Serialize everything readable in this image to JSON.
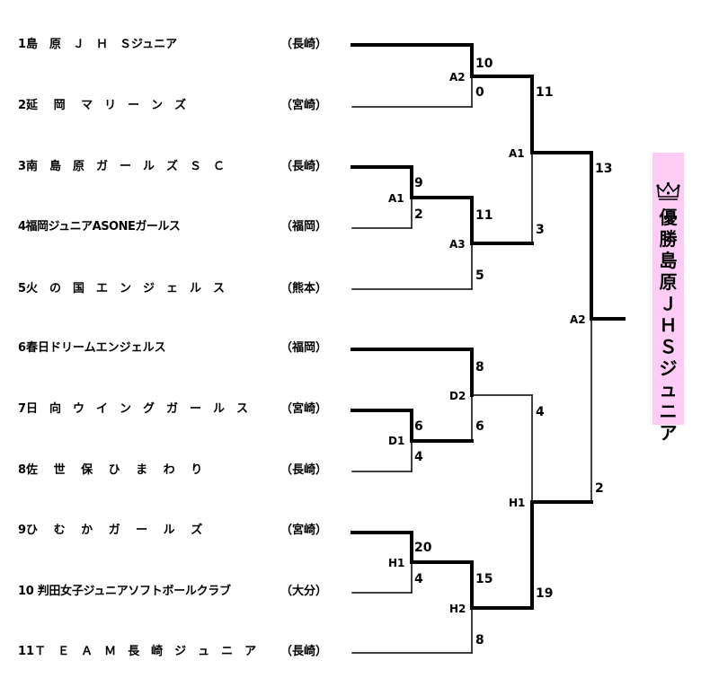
{
  "teams": [
    {
      "name": "1島　原　Ｊ　Ｈ　Ｓジュニア",
      "pref": "（長崎）"
    },
    {
      "name": "2延　 岡　 マ　リ　ー　ン　ズ",
      "pref": "（宮崎）"
    },
    {
      "name": "3南　島　原　ガ　ー　ル　ズ　Ｓ　Ｃ",
      "pref": "（長崎）"
    },
    {
      "name": "4福岡ジュニアASONEガールス",
      "pref": "（福岡）"
    },
    {
      "name": "5火　の　国　エ　ン　ジ　ェ　ル　ス",
      "pref": "（熊本）"
    },
    {
      "name": "6春日ドリームエンジェルス",
      "pref": "（福岡）"
    },
    {
      "name": "7日　向　ウ　イ　ン　グ　ガ　ー　ル　ス",
      "pref": "（宮崎）"
    },
    {
      "name": "8佐　 世　 保　 ひ　 ま　 わ　 り",
      "pref": "（長崎）"
    },
    {
      "name": "9ひ　 む　 か　 ガ　 ー　 ル　 ズ",
      "pref": "（宮崎）"
    },
    {
      "name": "10 判田女子ジュニアソフトボールクラブ",
      "pref": "（大分）"
    },
    {
      "name": "11Ｔ　Ｅ　Ａ　Ｍ　長　崎　ジ　ュ　ニ　ア",
      "pref": "（長崎）"
    }
  ],
  "matches": [
    {
      "id": "r1-a2",
      "label": "A2",
      "score_top": "10",
      "score_bottom": "0"
    },
    {
      "id": "r1-a1",
      "label": "A1",
      "score_top": "9",
      "score_bottom": "2"
    },
    {
      "id": "r2-a3",
      "label": "A3",
      "score_top": "11",
      "score_bottom": "5"
    },
    {
      "id": "r3-a1",
      "label": "A1",
      "score_top": "11",
      "score_bottom": "3"
    },
    {
      "id": "r1-d1",
      "label": "D1",
      "score_top": "6",
      "score_bottom": "4"
    },
    {
      "id": "r2-d2",
      "label": "D2",
      "score_top": "8",
      "score_bottom": "6"
    },
    {
      "id": "r1-h1",
      "label": "H1",
      "score_top": "20",
      "score_bottom": "4"
    },
    {
      "id": "r2-h2",
      "label": "H2",
      "score_top": "15",
      "score_bottom": "8"
    },
    {
      "id": "r3-h1",
      "label": "H1",
      "score_top": "4",
      "score_bottom": "19"
    },
    {
      "id": "final-a2",
      "label": "A2",
      "score_top": "13",
      "score_bottom": "2"
    }
  ],
  "champion": {
    "icon": "crown-icon",
    "name": "優勝島原ＪＨＳジュニア",
    "color": "#ffccf5"
  }
}
